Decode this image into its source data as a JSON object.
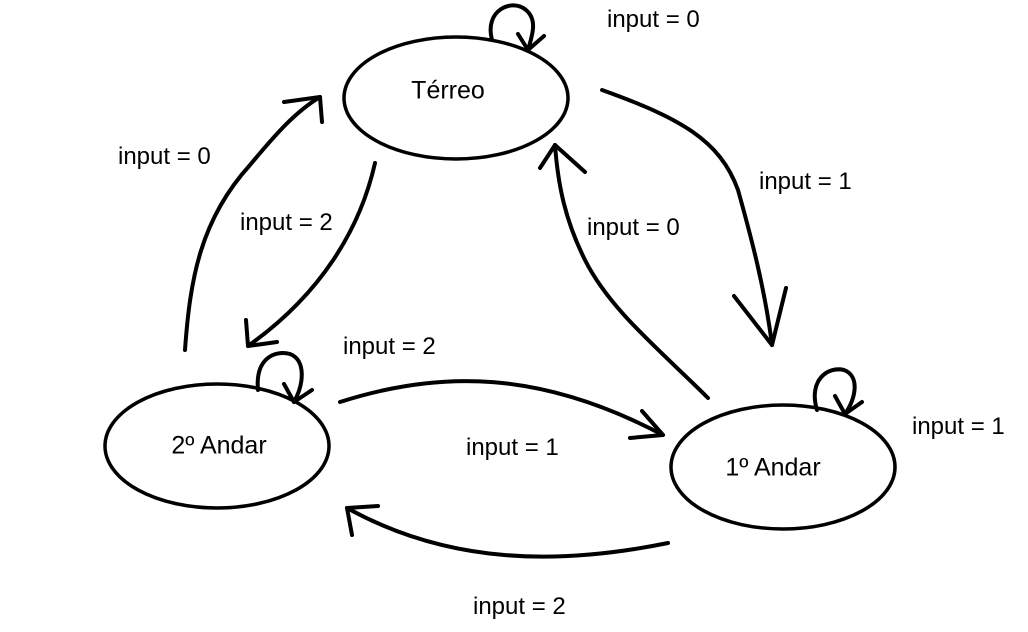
{
  "states": [
    {
      "id": "terreo",
      "label": "Térreo"
    },
    {
      "id": "primeiro",
      "label": "1º Andar"
    },
    {
      "id": "segundo",
      "label": "2º Andar"
    }
  ],
  "transitions": [
    {
      "from": "terreo",
      "to": "terreo",
      "label": "input = 0"
    },
    {
      "from": "terreo",
      "to": "primeiro",
      "label": "input = 1"
    },
    {
      "from": "terreo",
      "to": "segundo",
      "label": "input = 2"
    },
    {
      "from": "primeiro",
      "to": "primeiro",
      "label": "input = 1"
    },
    {
      "from": "primeiro",
      "to": "terreo",
      "label": "input = 0"
    },
    {
      "from": "primeiro",
      "to": "segundo",
      "label": "input = 2"
    },
    {
      "from": "segundo",
      "to": "segundo",
      "label": "input = 2"
    },
    {
      "from": "segundo",
      "to": "terreo",
      "label": "input = 0"
    },
    {
      "from": "segundo",
      "to": "primeiro",
      "label": "input = 1"
    }
  ]
}
